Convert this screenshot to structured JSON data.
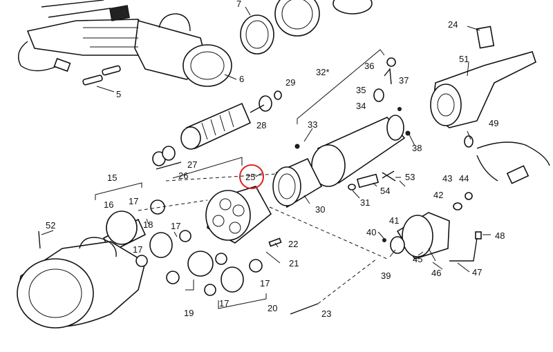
{
  "highlight_color": "#e0201c",
  "highlighted_label": "25",
  "labels": {
    "l5": "5",
    "l6": "6",
    "l7": "7",
    "l15": "15",
    "l16": "16",
    "l17a": "17",
    "l18": "18",
    "l17b": "17",
    "l17c": "17",
    "l17d": "17",
    "l17e": "17",
    "l19": "19",
    "l20": "20",
    "l21": "21",
    "l22": "22",
    "l23": "23",
    "l24": "24",
    "l25": "25",
    "l26": "26",
    "l27": "27",
    "l28": "28",
    "l29": "29",
    "l30": "30",
    "l31": "31",
    "l32": "32*",
    "l33": "33",
    "l34": "34",
    "l35": "35",
    "l36": "36",
    "l37": "37",
    "l38": "38",
    "l39": "39",
    "l40": "40",
    "l41": "41",
    "l42": "42",
    "l43": "43",
    "l44": "44",
    "l45": "45",
    "l46": "46",
    "l47": "47",
    "l48": "48",
    "l49": "49",
    "l51": "51",
    "l52": "52",
    "l53": "53",
    "l54": "54"
  }
}
